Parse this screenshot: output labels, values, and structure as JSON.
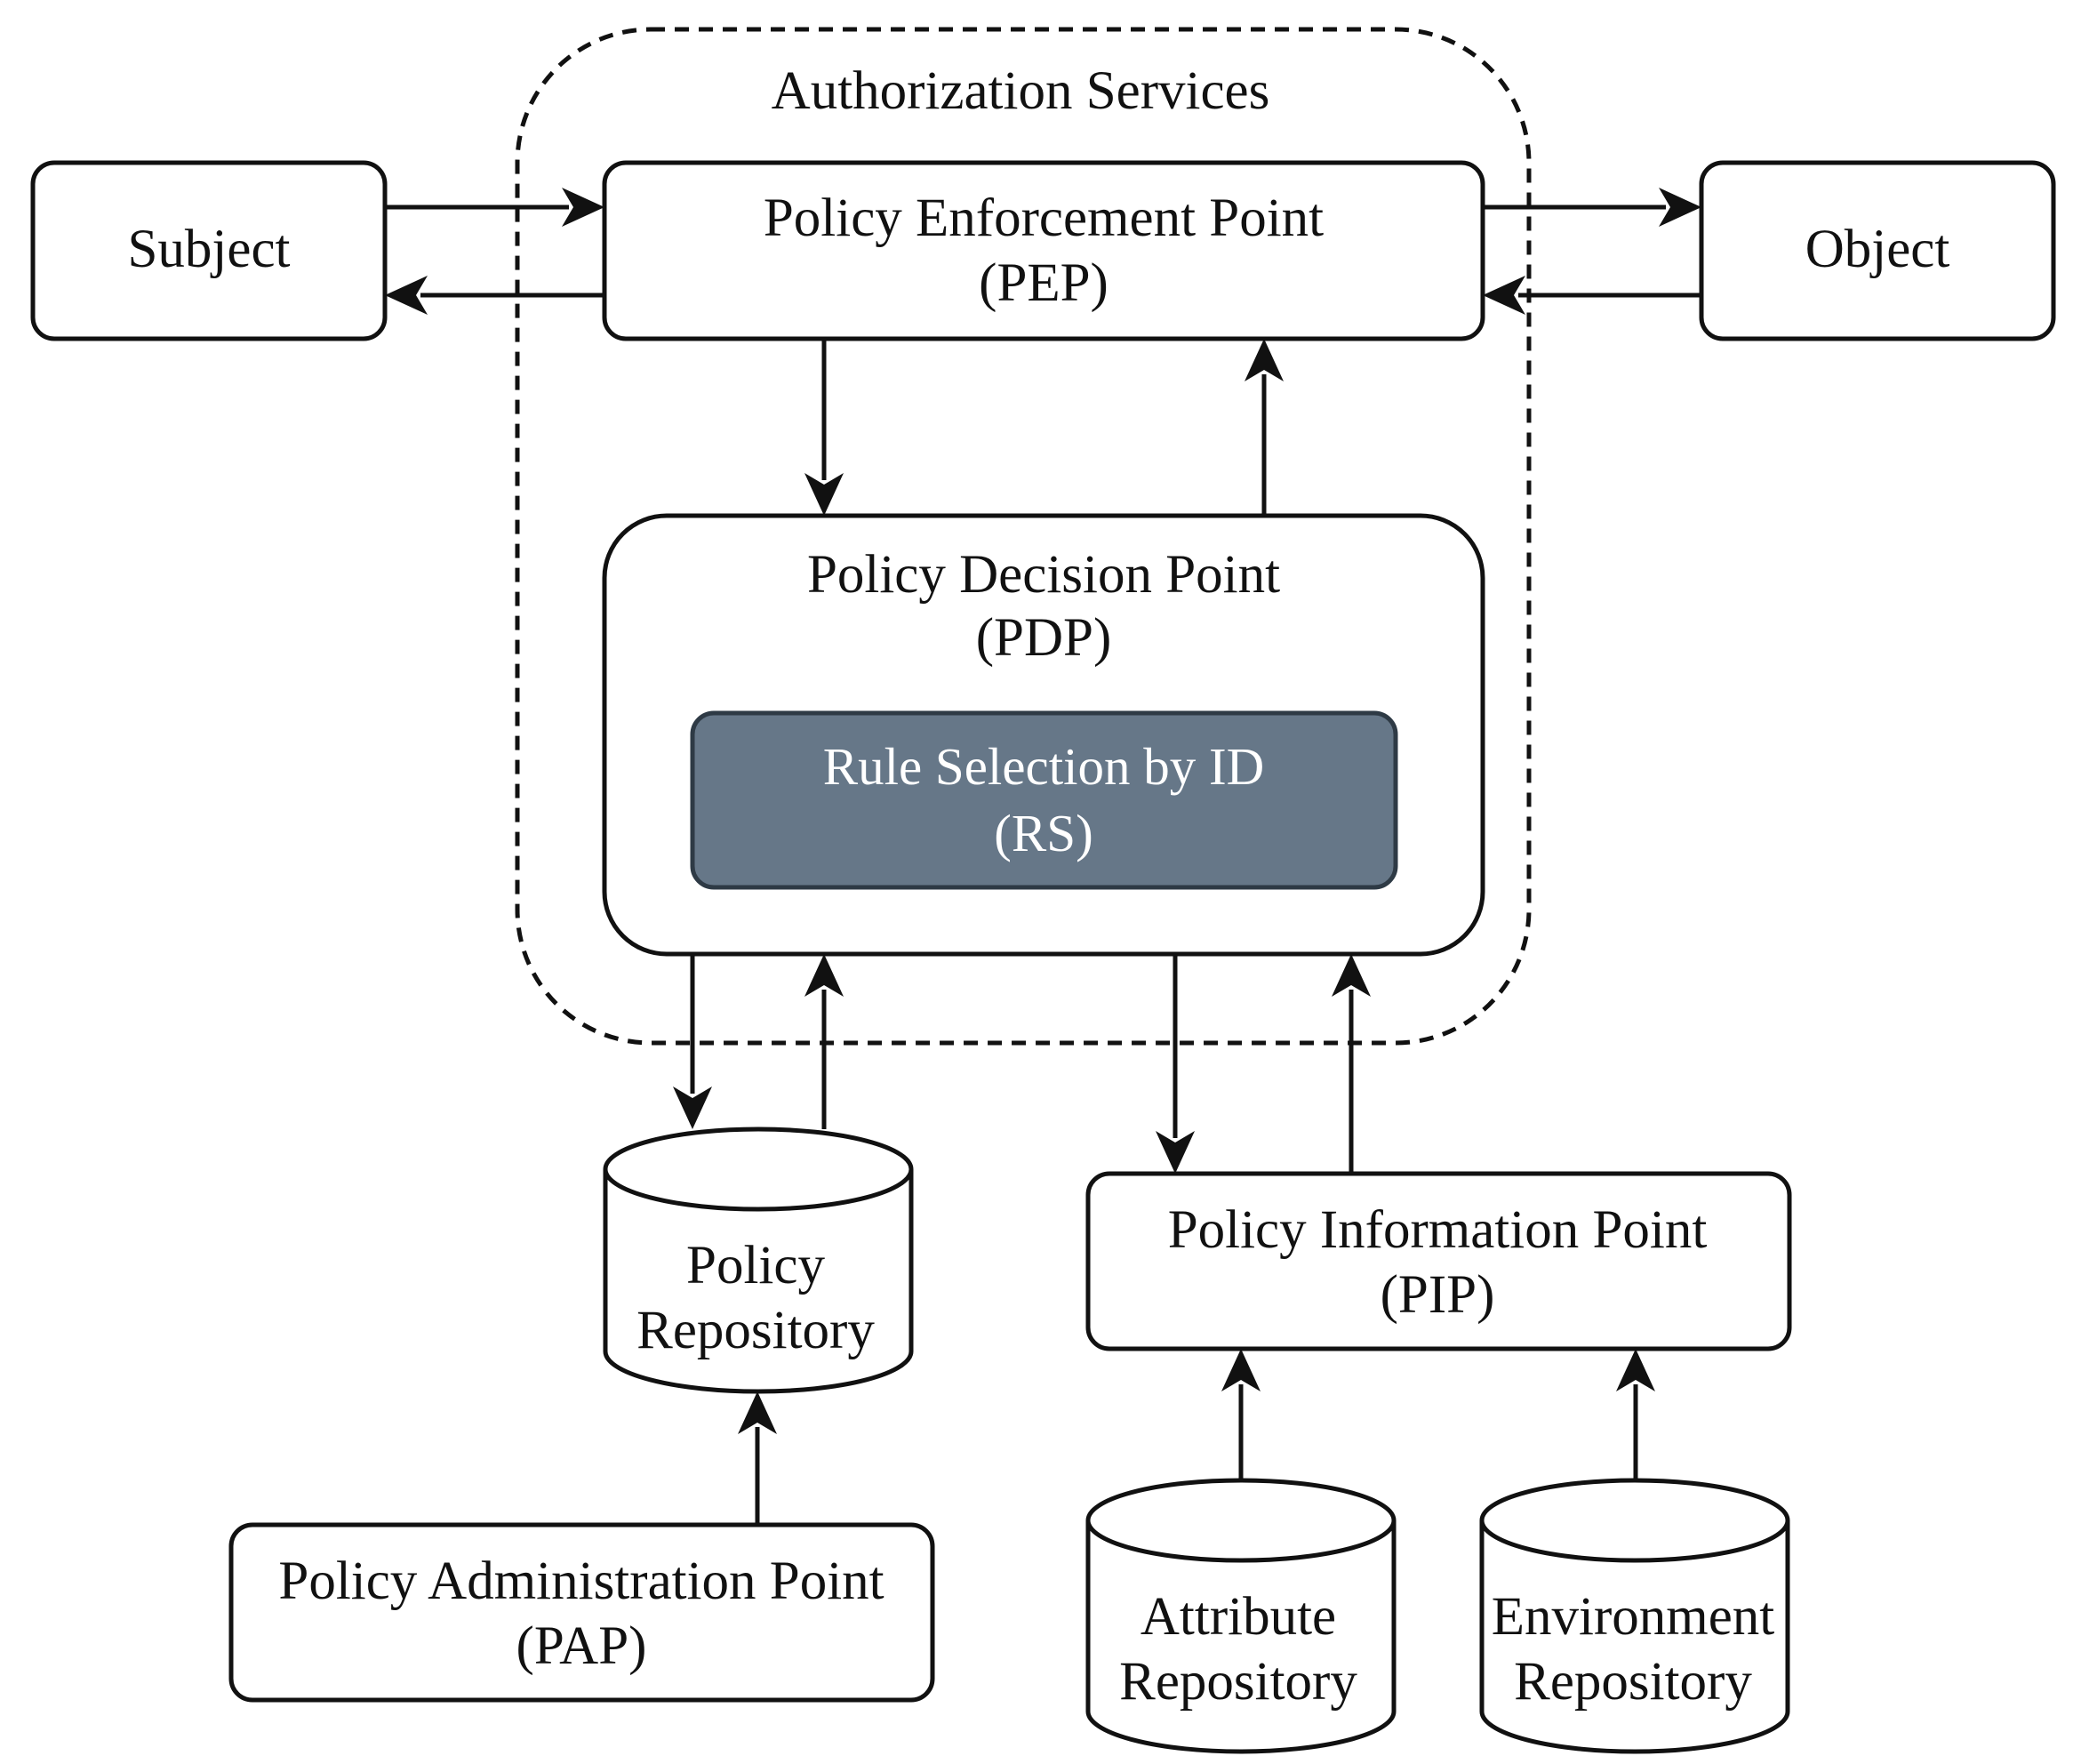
{
  "diagram": {
    "group": {
      "title": "Authorization Services"
    },
    "nodes": {
      "subject": {
        "label": "Subject"
      },
      "object": {
        "label": "Object"
      },
      "pep": {
        "line1": "Policy Enforcement Point",
        "line2": "(PEP)"
      },
      "pdp": {
        "line1": "Policy Decision Point",
        "line2": "(PDP)"
      },
      "rs": {
        "line1": "Rule Selection by ID",
        "line2": "(RS)"
      },
      "policy_repository": {
        "line1": "Policy",
        "line2": "Repository"
      },
      "pip": {
        "line1": "Policy Information Point",
        "line2": "(PIP)"
      },
      "pap": {
        "line1": "Policy Administration Point",
        "line2": "(PAP)"
      },
      "attribute_repository": {
        "line1": "Attribute",
        "line2": "Repository"
      },
      "environment_repository": {
        "line1": "Environment",
        "line2": "Repository"
      }
    }
  },
  "colors": {
    "stroke": "#111111",
    "rs_fill": "#667788",
    "rs_text": "#ffffff",
    "background": "#ffffff"
  }
}
